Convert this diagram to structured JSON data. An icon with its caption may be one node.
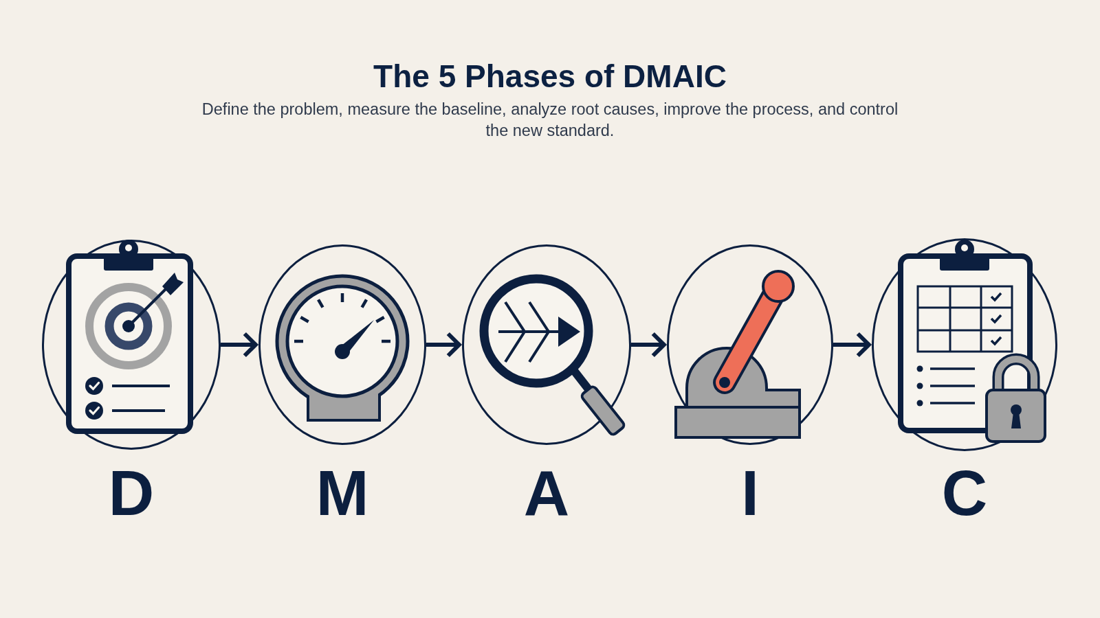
{
  "diagram": {
    "title": "The 5 Phases of DMAIC",
    "nodes": [
      {
        "text": [
          "D"
        ]
      },
      {
        "text": [
          "M"
        ]
      },
      {
        "text": [
          "A"
        ]
      },
      {
        "text": [
          "I"
        ]
      },
      {
        "text": [
          "C"
        ]
      }
    ],
    "edges": [
      {
        "from": 0,
        "to": 1,
        "arrow": "to"
      },
      {
        "from": 1,
        "to": 2,
        "arrow": "to"
      },
      {
        "from": 2,
        "to": 3,
        "arrow": "to"
      },
      {
        "from": 3,
        "to": 4,
        "arrow": "to"
      }
    ],
    "labels": [
      "Define the problem, measure the baseline, analyze root causes, improve the process, and control the new standard."
    ]
  }
}
